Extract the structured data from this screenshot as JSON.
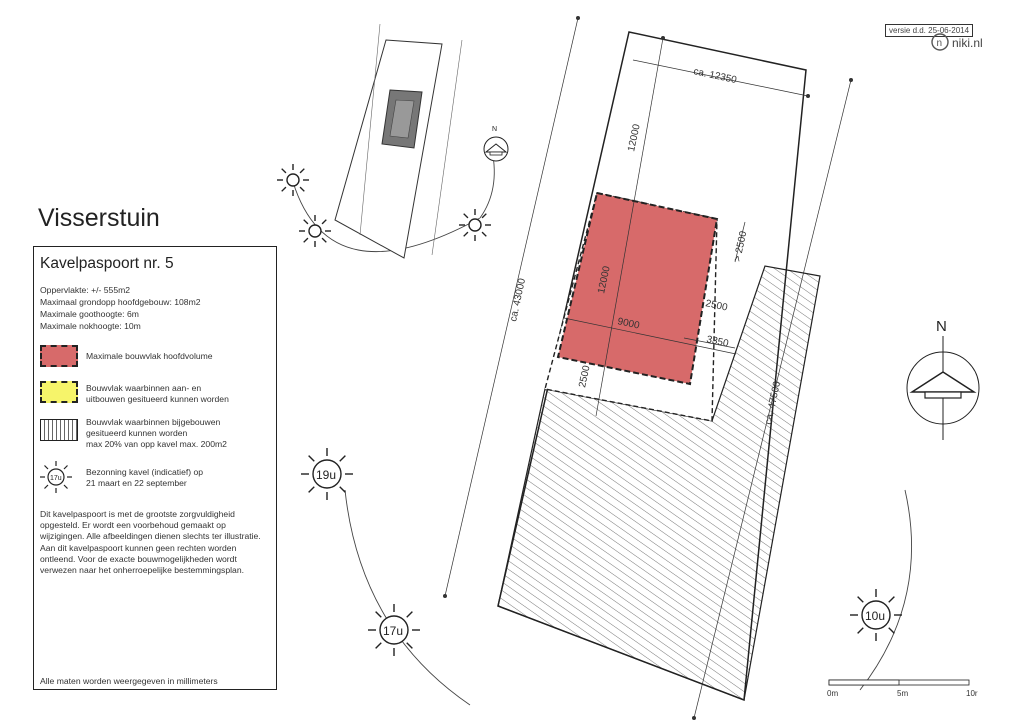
{
  "title": "Visserstuin",
  "legend": {
    "heading": "Kavelpaspoort nr. 5",
    "specs": [
      "Oppervlakte: +/- 555m2",
      "Maximaal grondopp hoofdgebouw: 108m2",
      "Maximale goothoogte: 6m",
      "Maximale nokhoogte: 10m"
    ],
    "items": [
      {
        "text": "Maximale bouwvlak hoofdvolume"
      },
      {
        "line1": "Bouwvlak waarbinnen aan- en",
        "line2": "uitbouwen gesitueerd kunnen worden"
      },
      {
        "line1": "Bouwvlak waarbinnen bijgebouwen",
        "line2": "gesitueerd kunnen worden",
        "line3": "max 20% van opp kavel max. 200m2"
      },
      {
        "line1": "Bezonning kavel (indicatief) op",
        "line2": "21  maart en 22 september"
      }
    ],
    "sun_label": "17u",
    "disclaimer": "Dit kavelpaspoort is met de grootste zorgvuldigheid opgesteld. Er wordt een voorbehoud gemaakt op wijzigingen. Alle afbeeldingen dienen slechts ter illustratie. Aan dit kavelpaspoort kunnen geen rechten worden ontleend. Voor de exacte bouwmogelijkheden wordt verwezen naar het onherroepelijke bestemmingsplan.",
    "footnote": "Alle maten worden weergegeven in millimeters"
  },
  "header": {
    "version": "versie d.d. 25-06-2014",
    "logo": "niki.nl"
  },
  "dimensions": {
    "width_top": "ca. 12350",
    "front_depth": "12000",
    "length_left": "ca. 43000",
    "length_right": "ca. 47500",
    "build_depth": "12000",
    "build_width": "9000",
    "side_gt": "> 2500",
    "side_2500": "2500",
    "side_3350": "3350",
    "rear_2500": "2500"
  },
  "compass": {
    "north": "N"
  },
  "sun_times": {
    "t19": "19u",
    "t17": "17u",
    "t10": "10u"
  },
  "scale_bar": {
    "labels": [
      "0m",
      "5m",
      "10r"
    ]
  },
  "colors": {
    "max_build": "#d76a6a",
    "extension": "#f6f46a",
    "outline": "#222222"
  }
}
